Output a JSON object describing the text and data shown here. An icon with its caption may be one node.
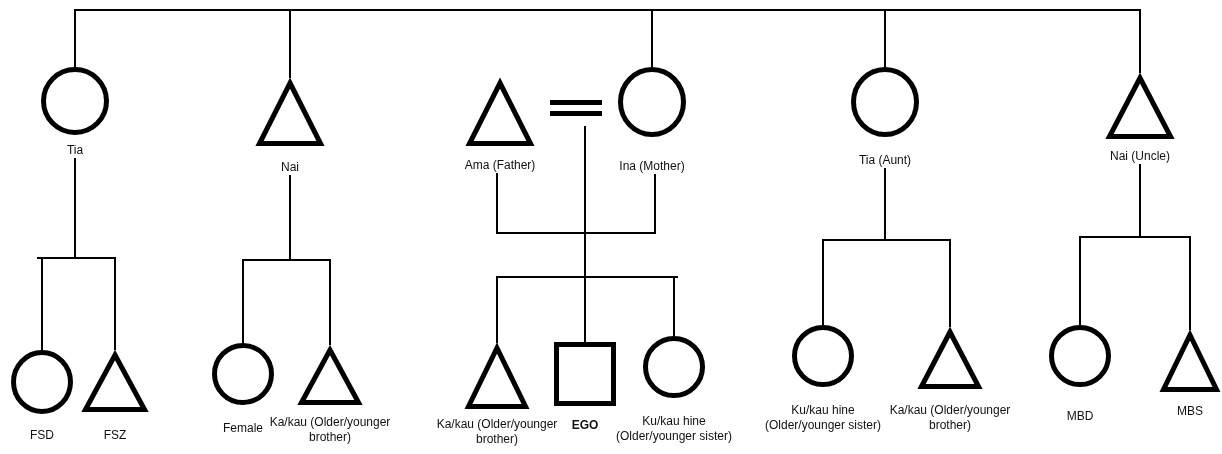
{
  "diagram": {
    "nodes": [
      {
        "text": [
          "Tia"
        ]
      },
      {
        "text": [
          "Nai"
        ]
      },
      {
        "text": [
          "Ama (Father)"
        ]
      },
      {
        "text": [
          "Ina (Mother)"
        ]
      },
      {
        "text": [
          "Tia (Aunt)"
        ]
      },
      {
        "text": [
          "Nai (Uncle)"
        ]
      },
      {
        "text": [
          "FSD"
        ]
      },
      {
        "text": [
          "FSZ"
        ]
      },
      {
        "text": [
          "Female"
        ]
      },
      {
        "text": [
          "Ka/kau (Older/younger brother)"
        ]
      },
      {
        "text": [
          "Ka/kau (Older/younger brother)"
        ]
      },
      {
        "text": [
          "EGO"
        ]
      },
      {
        "text": [
          "Ku/kau hine (Older/younger sister)"
        ]
      },
      {
        "text": [
          "Ku/kau hine (Older/younger sister)"
        ]
      },
      {
        "text": [
          "Ka/kau (Older/younger brother)"
        ]
      },
      {
        "text": [
          "MBD"
        ]
      },
      {
        "text": [
          "MBS"
        ]
      }
    ],
    "edges": [
      {
        "from": 0,
        "to": 1,
        "arrow": "none"
      },
      {
        "from": 1,
        "to": 3,
        "arrow": "none"
      },
      {
        "from": 3,
        "to": 4,
        "arrow": "none"
      },
      {
        "from": 4,
        "to": 5,
        "arrow": "none"
      },
      {
        "from": 2,
        "to": 3,
        "arrow": "none",
        "style": "thick"
      },
      {
        "from": 0,
        "to": 6,
        "arrow": "none"
      },
      {
        "from": 0,
        "to": 7,
        "arrow": "none"
      },
      {
        "from": 1,
        "to": 8,
        "arrow": "none"
      },
      {
        "from": 1,
        "to": 9,
        "arrow": "none"
      },
      {
        "from": 2,
        "to": 10,
        "arrow": "none"
      },
      {
        "from": 2,
        "to": 11,
        "arrow": "none"
      },
      {
        "from": 2,
        "to": 12,
        "arrow": "none"
      },
      {
        "from": 3,
        "to": 10,
        "arrow": "none"
      },
      {
        "from": 3,
        "to": 11,
        "arrow": "none"
      },
      {
        "from": 3,
        "to": 12,
        "arrow": "none"
      },
      {
        "from": 4,
        "to": 13,
        "arrow": "none"
      },
      {
        "from": 4,
        "to": 14,
        "arrow": "none"
      },
      {
        "from": 5,
        "to": 15,
        "arrow": "none"
      },
      {
        "from": 5,
        "to": 16,
        "arrow": "none"
      }
    ]
  }
}
